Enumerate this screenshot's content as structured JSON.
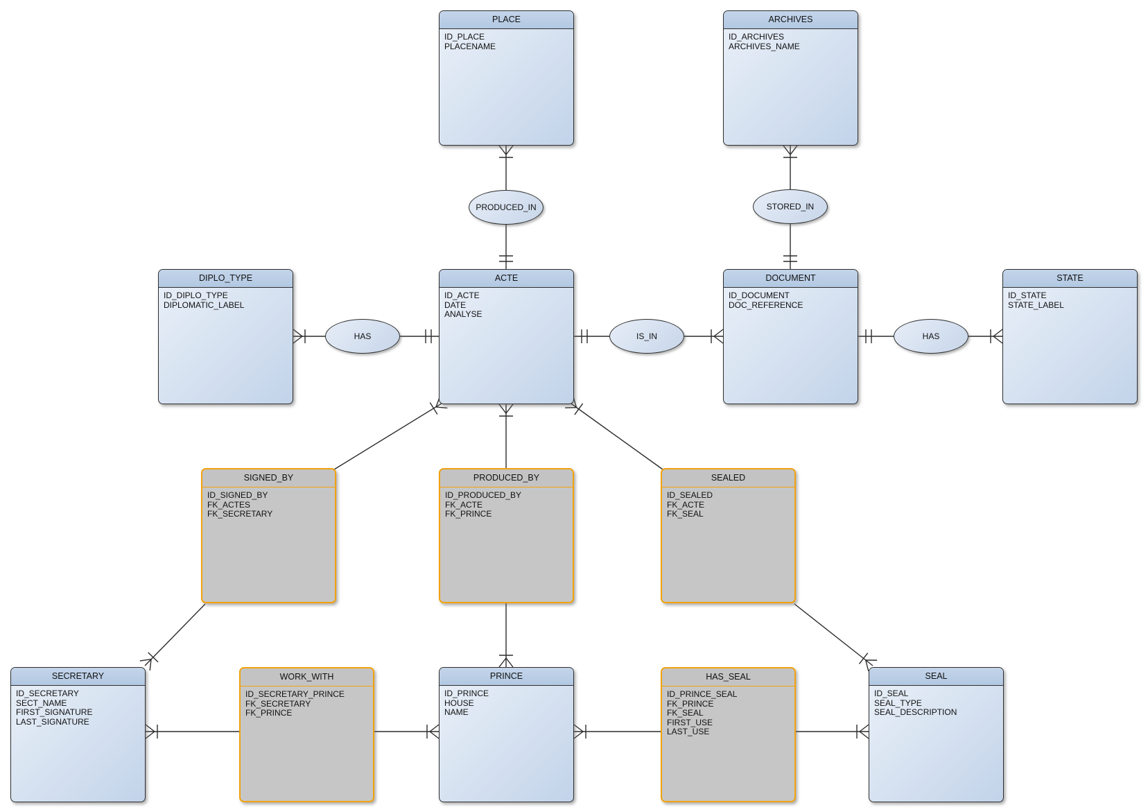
{
  "diagram": {
    "type": "entity-relationship",
    "colors": {
      "background": "#ffffff",
      "entity_header": "#b9cce5",
      "entity_body_light": "#eaf0f8",
      "entity_body_dark": "#c2d3e9",
      "entity_border": "#2e2e2e",
      "association_fill": "#c6c6c6",
      "association_border": "#f2a20d",
      "line_color": "#2b2b2b"
    }
  },
  "entities": [
    {
      "name": "PLACE",
      "kind": "entity",
      "attributes": [
        "ID_PLACE",
        "PLACENAME"
      ]
    },
    {
      "name": "ARCHIVES",
      "kind": "entity",
      "attributes": [
        "ID_ARCHIVES",
        "ARCHIVES_NAME"
      ]
    },
    {
      "name": "DIPLO_TYPE",
      "kind": "entity",
      "attributes": [
        "ID_DIPLO_TYPE",
        "DIPLOMATIC_LABEL"
      ]
    },
    {
      "name": "ACTE",
      "kind": "entity",
      "attributes": [
        "ID_ACTE",
        "DATE",
        "ANALYSE"
      ]
    },
    {
      "name": "DOCUMENT",
      "kind": "entity",
      "attributes": [
        "ID_DOCUMENT",
        "DOC_REFERENCE"
      ]
    },
    {
      "name": "STATE",
      "kind": "entity",
      "attributes": [
        "ID_STATE",
        "STATE_LABEL"
      ]
    },
    {
      "name": "SIGNED_BY",
      "kind": "association",
      "attributes": [
        "ID_SIGNED_BY",
        "FK_ACTES",
        "FK_SECRETARY"
      ]
    },
    {
      "name": "PRODUCED_BY",
      "kind": "association",
      "attributes": [
        "ID_PRODUCED_BY",
        "FK_ACTE",
        "FK_PRINCE"
      ]
    },
    {
      "name": "SEALED",
      "kind": "association",
      "attributes": [
        "ID_SEALED",
        "FK_ACTE",
        "FK_SEAL"
      ]
    },
    {
      "name": "SECRETARY",
      "kind": "entity",
      "attributes": [
        "ID_SECRETARY",
        "SECT_NAME",
        "FIRST_SIGNATURE",
        "LAST_SIGNATURE"
      ]
    },
    {
      "name": "WORK_WITH",
      "kind": "association",
      "attributes": [
        "ID_SECRETARY_PRINCE",
        "FK_SECRETARY",
        "FK_PRINCE"
      ]
    },
    {
      "name": "PRINCE",
      "kind": "entity",
      "attributes": [
        "ID_PRINCE",
        "HOUSE",
        "NAME"
      ]
    },
    {
      "name": "HAS_SEAL",
      "kind": "association",
      "attributes": [
        "ID_PRINCE_SEAL",
        "FK_PRINCE",
        "FK_SEAL",
        "FIRST_USE",
        "LAST_USE"
      ]
    },
    {
      "name": "SEAL",
      "kind": "entity",
      "attributes": [
        "ID_SEAL",
        "SEAL_TYPE",
        "SEAL_DESCRIPTION"
      ]
    }
  ],
  "relationships": [
    {
      "label": "PRODUCED_IN",
      "between": [
        "PLACE",
        "ACTE"
      ],
      "cardinality": {
        "PLACE": "one-or-many",
        "ACTE": "one-and-only-one"
      }
    },
    {
      "label": "STORED_IN",
      "between": [
        "ARCHIVES",
        "DOCUMENT"
      ],
      "cardinality": {
        "ARCHIVES": "one-or-many",
        "DOCUMENT": "one-and-only-one"
      }
    },
    {
      "label": "HAS",
      "between": [
        "DIPLO_TYPE",
        "ACTE"
      ],
      "cardinality": {
        "DIPLO_TYPE": "one-or-many",
        "ACTE": "one-and-only-one"
      }
    },
    {
      "label": "IS_IN",
      "between": [
        "ACTE",
        "DOCUMENT"
      ],
      "cardinality": {
        "ACTE": "one-and-only-one",
        "DOCUMENT": "one-or-many"
      }
    },
    {
      "label": "HAS",
      "between": [
        "DOCUMENT",
        "STATE"
      ],
      "cardinality": {
        "DOCUMENT": "one-and-only-one",
        "STATE": "one-or-many"
      }
    }
  ],
  "association_links": [
    {
      "from": "SIGNED_BY",
      "to": "ACTE",
      "entity_end": "one-or-many"
    },
    {
      "from": "PRODUCED_BY",
      "to": "ACTE",
      "entity_end": "one-or-many"
    },
    {
      "from": "SEALED",
      "to": "ACTE",
      "entity_end": "one-or-many"
    },
    {
      "from": "SIGNED_BY",
      "to": "SECRETARY",
      "entity_end": "one-or-many"
    },
    {
      "from": "WORK_WITH",
      "to": "SECRETARY",
      "entity_end": "one-or-many"
    },
    {
      "from": "WORK_WITH",
      "to": "PRINCE",
      "entity_end": "one-or-many"
    },
    {
      "from": "PRODUCED_BY",
      "to": "PRINCE",
      "entity_end": "one-or-many"
    },
    {
      "from": "HAS_SEAL",
      "to": "PRINCE",
      "entity_end": "one-or-many"
    },
    {
      "from": "HAS_SEAL",
      "to": "SEAL",
      "entity_end": "one-or-many"
    },
    {
      "from": "SEALED",
      "to": "SEAL",
      "entity_end": "one-or-many"
    }
  ]
}
